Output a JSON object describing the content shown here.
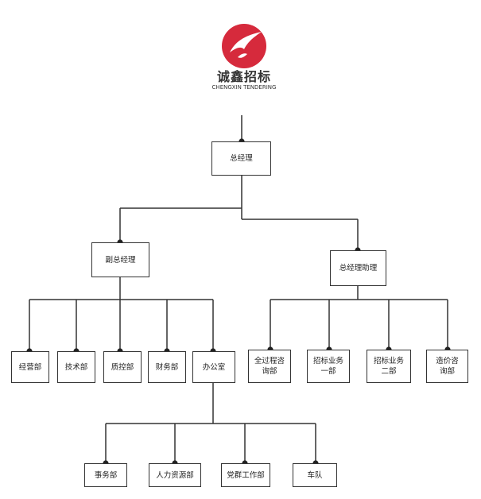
{
  "logo": {
    "name_cn": "诚鑫招标",
    "name_en": "CHENGXIN TENDERING"
  },
  "org": {
    "gm": "总经理",
    "deputy_gm": "副总经理",
    "gm_assistant": "总经理助理",
    "jingying": "经营部",
    "jishu": "技术部",
    "zhikong": "质控部",
    "caiwu": "财务部",
    "bangong": "办公室",
    "quanguocheng": "全过程咨\n询部",
    "zhaobiao1": "招标业务\n一部",
    "zhaobiao2": "招标业务\n二部",
    "zaojia": "造价咨\n询部",
    "shiwu": "事务部",
    "renli": "人力资源部",
    "dangqun": "党群工作部",
    "chedui": "车队"
  },
  "colors": {
    "logo_red": "#d62a3c",
    "line": "#333333"
  }
}
